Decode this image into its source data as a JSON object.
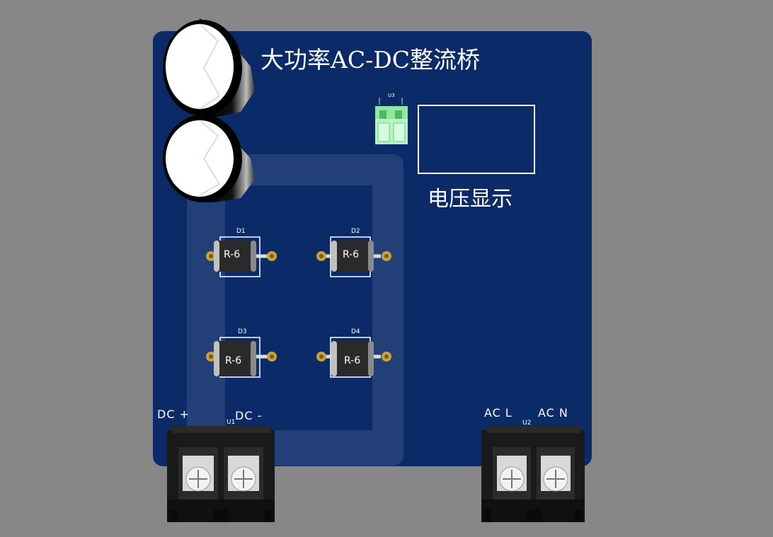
{
  "title": "大功率AC-DC整流桥",
  "display_label": "电压显示",
  "connector_ref": "U3",
  "diodes": [
    {
      "ref": "D1",
      "package": "R-6"
    },
    {
      "ref": "D2",
      "package": "R-6"
    },
    {
      "ref": "D3",
      "package": "R-6"
    },
    {
      "ref": "D4",
      "package": "R-6"
    }
  ],
  "dc_terminal": {
    "ref": "U1",
    "pin_plus": "DC +",
    "pin_minus": "DC -"
  },
  "ac_terminal": {
    "ref": "U2",
    "pin_l": "AC L",
    "pin_n": "AC N"
  },
  "colors": {
    "background": "#878787",
    "board": "#0b2a68",
    "silkscreen": "#ffffff",
    "connector": "#8ef0a0"
  }
}
